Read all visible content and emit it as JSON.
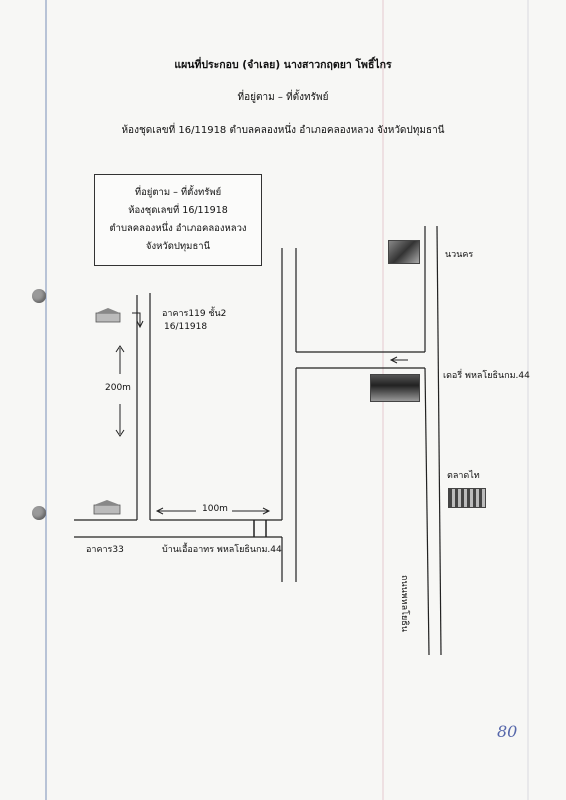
{
  "header": {
    "title": "แผนที่ประกอบ (จำเลย) นางสาวกฤตยา โพธิ์ไกร",
    "line2": "ที่อยู่ตาม – ที่ตั้งทรัพย์",
    "line3": "ห้องชุดเลขที่ 16/11918 ตำบลคลองหนึ่ง อำเภอคลองหลวง จังหวัดปทุมธานี"
  },
  "info_box": {
    "lines": [
      "ที่อยู่ตาม – ที่ตั้งทรัพย์",
      "ห้องชุดเลขที่ 16/11918",
      "ตำบลคลองหนึ่ง อำเภอคลองหลวง",
      "จังหวัดปทุมธานี"
    ]
  },
  "labels": {
    "building_119": "อาคาร119 ชั้น2",
    "room_no": "16/11918",
    "distance_vertical": "200m",
    "distance_horizontal": "100m",
    "building_33": "อาคาร33",
    "shop": "บ้านเอื้ออาทร พหลโยธินกม.44",
    "navanakorn": "นวนคร",
    "dairy_queen": "เดอรี่ พหลโยธินกม.44",
    "market": "ตลาดไท",
    "road_name": "ถนนพหลโยธิน"
  },
  "page_number": "80"
}
